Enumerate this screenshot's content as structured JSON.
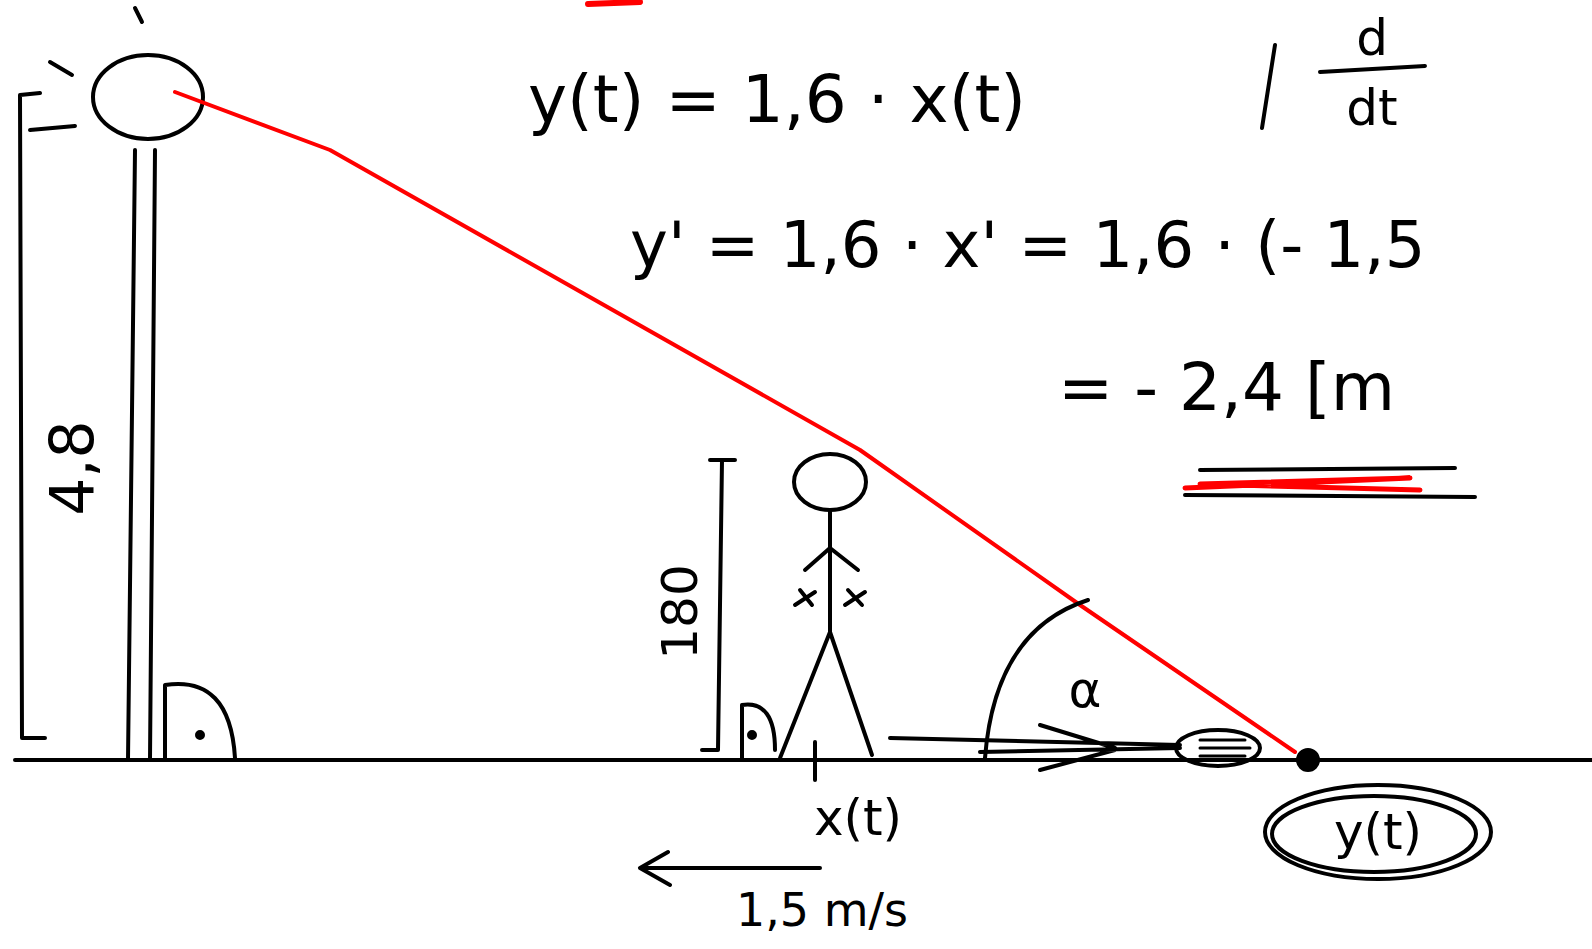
{
  "diagram": {
    "nodes": [
      {
        "text": [
          "y(t)"
        ]
      }
    ],
    "labels": [
      "y(t) = 1,6 · x(t)",
      "d",
      "dt",
      "y' = 1,6 · x' = 1,6 · (- 1,5",
      "= - 2,4 [m",
      "4,8",
      "180",
      "α",
      "x(t)",
      "1,5 m/s"
    ]
  }
}
